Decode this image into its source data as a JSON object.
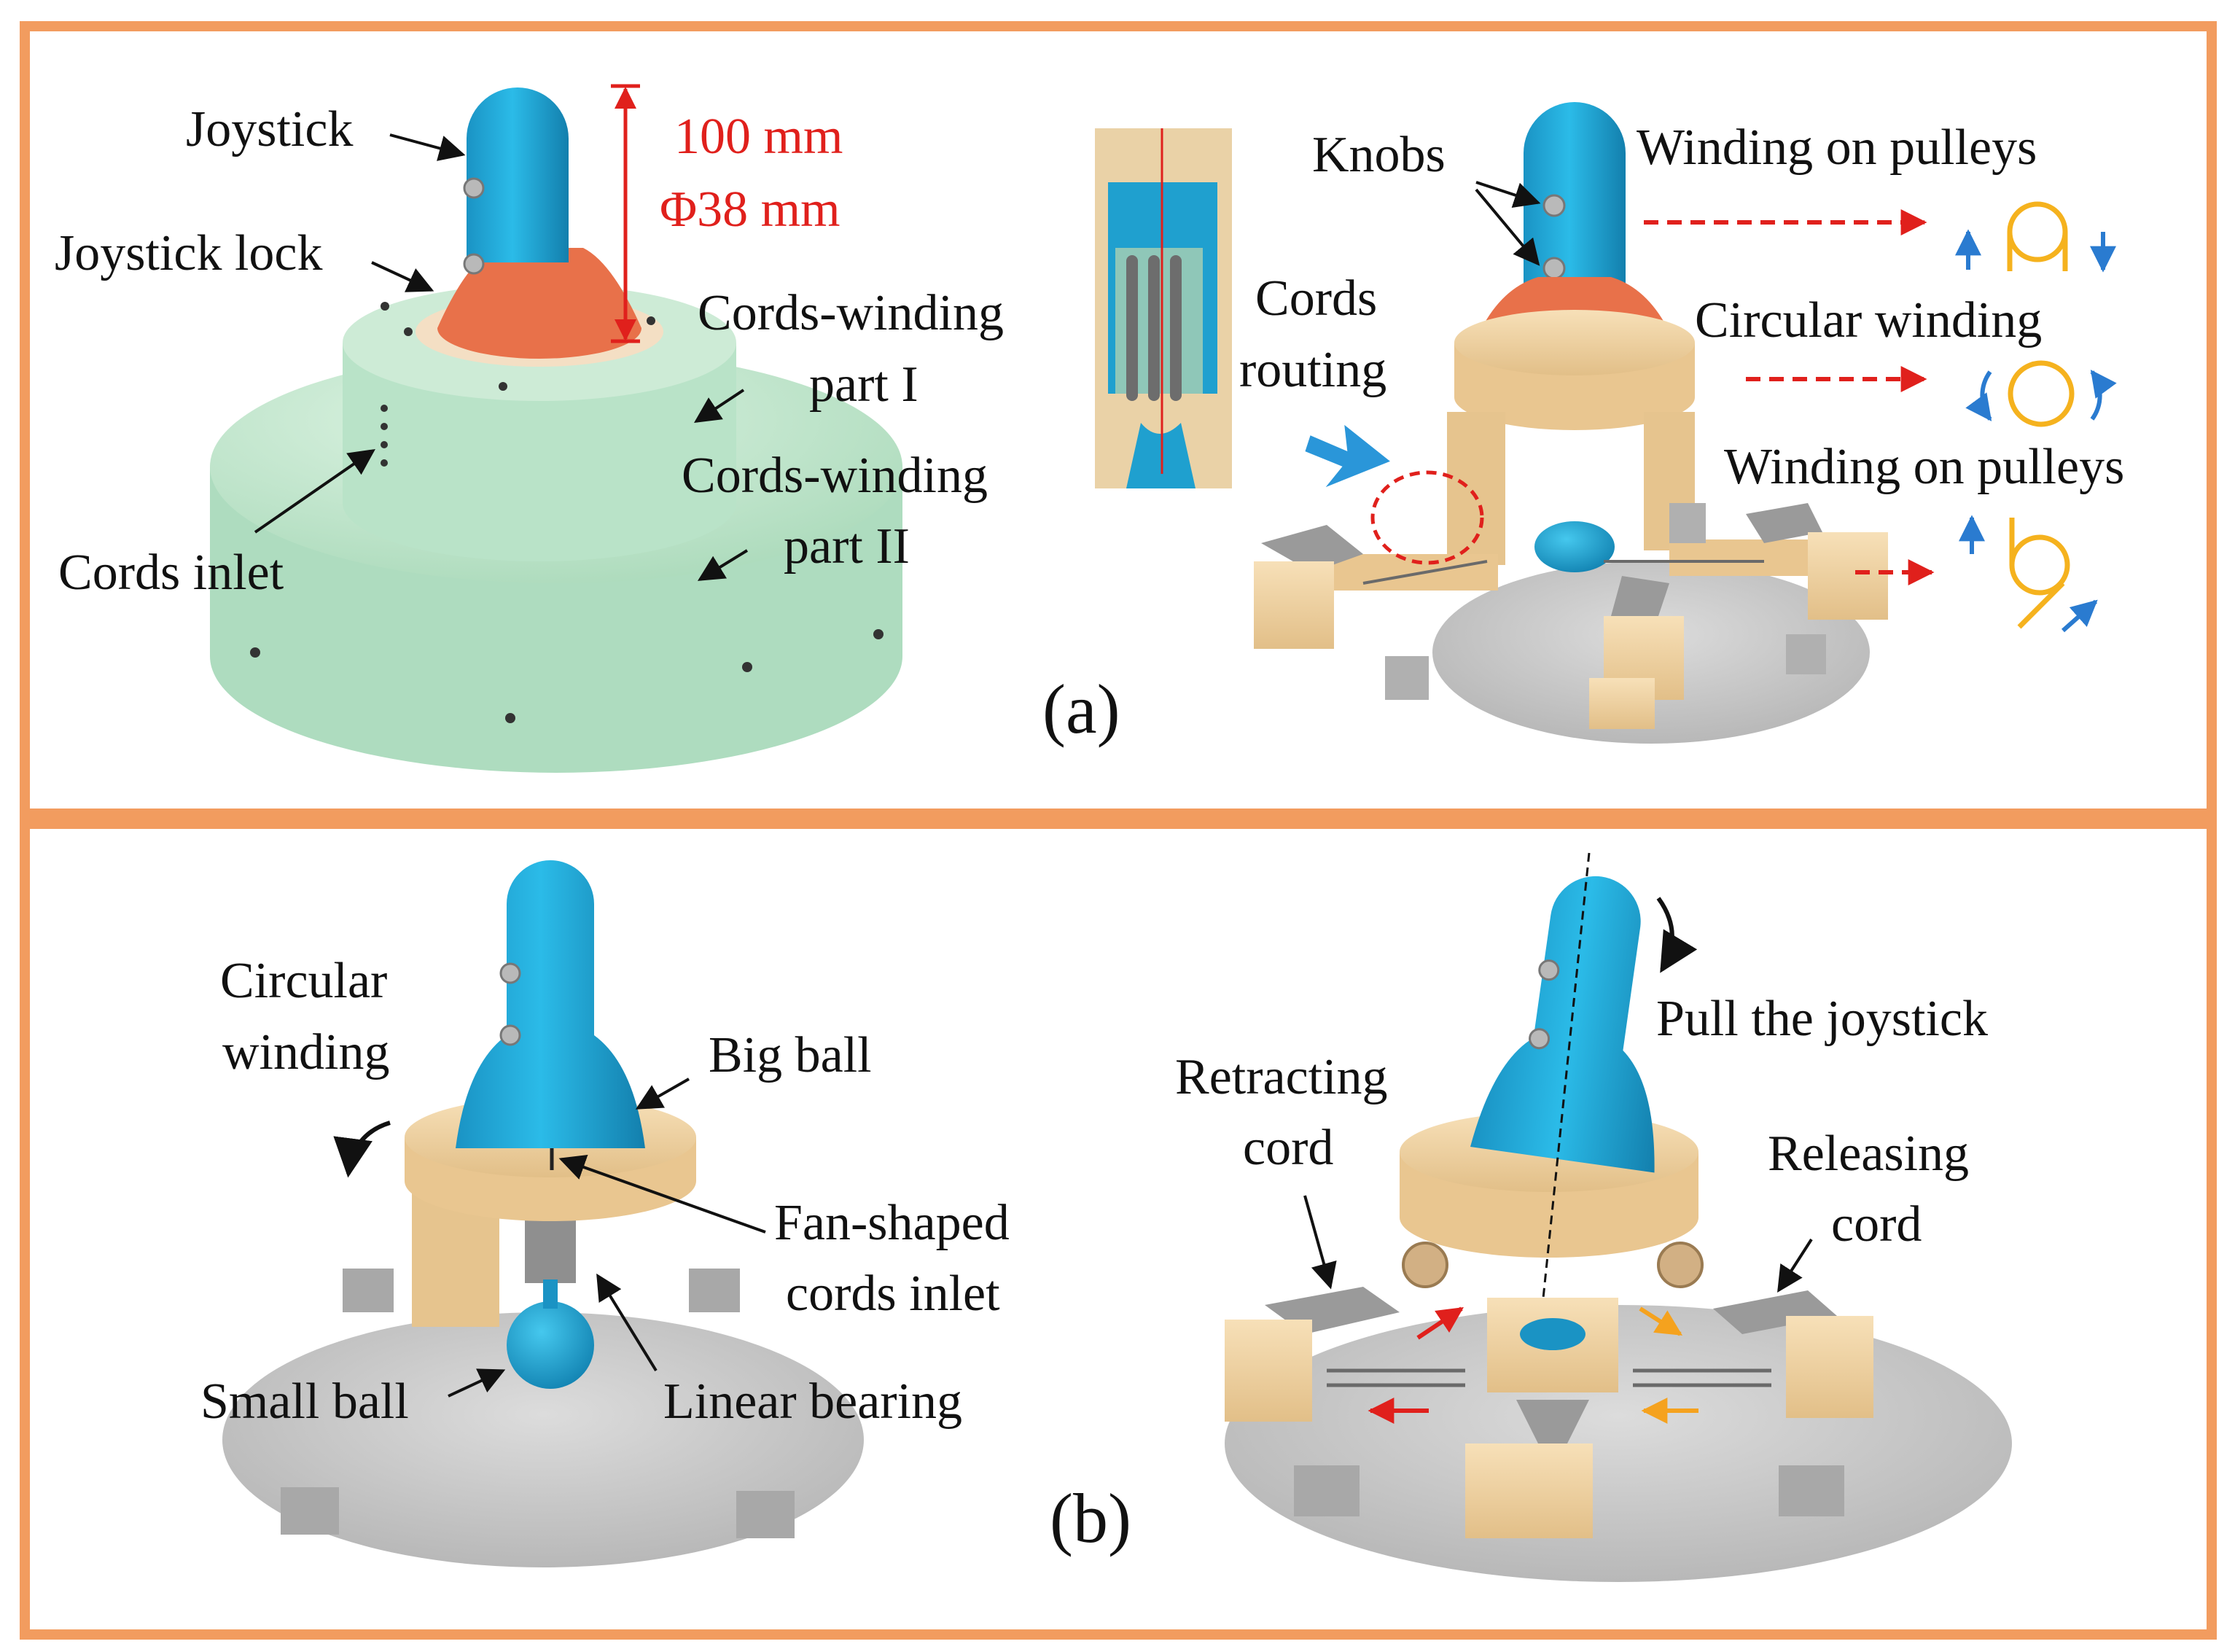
{
  "colors": {
    "frame": "#f29c5f",
    "joystick": "#1fa8d9",
    "lock": "#e8714a",
    "mint": "#bfe6cc",
    "wood": "#f1d3a3",
    "plate": "#c9c9c9",
    "dimension_red": "#e0201c",
    "winding_yellow": "#f5b21e",
    "arrow_blue": "#2a7bd0"
  },
  "panel_a": {
    "tag": "(a)",
    "joystick": "Joystick",
    "joystick_lock": "Joystick lock",
    "dim_height": "100 mm",
    "dim_diameter": "Φ38 mm",
    "cords_winding_part1_l1": "Cords-winding",
    "cords_winding_part1_l2": "part I",
    "cords_winding_part2_l1": "Cords-winding",
    "cords_winding_part2_l2": "part II",
    "cords_inlet": "Cords inlet",
    "knobs": "Knobs",
    "cords_routing_l1": "Cords",
    "cords_routing_l2": "routing",
    "winding_pulleys_top": "Winding on pulleys",
    "circular_winding": "Circular winding",
    "winding_pulleys_bottom": "Winding on pulleys"
  },
  "panel_b": {
    "tag": "(b)",
    "circular_winding_l1": "Circular",
    "circular_winding_l2": "winding",
    "big_ball": "Big ball",
    "fan_inlet_l1": "Fan-shaped",
    "fan_inlet_l2": "cords inlet",
    "small_ball": "Small ball",
    "linear_bearing": "Linear bearing",
    "pull_joystick": "Pull the joystick",
    "retracting_l1": "Retracting",
    "retracting_l2": "cord",
    "releasing_l1": "Releasing",
    "releasing_l2": "cord"
  }
}
